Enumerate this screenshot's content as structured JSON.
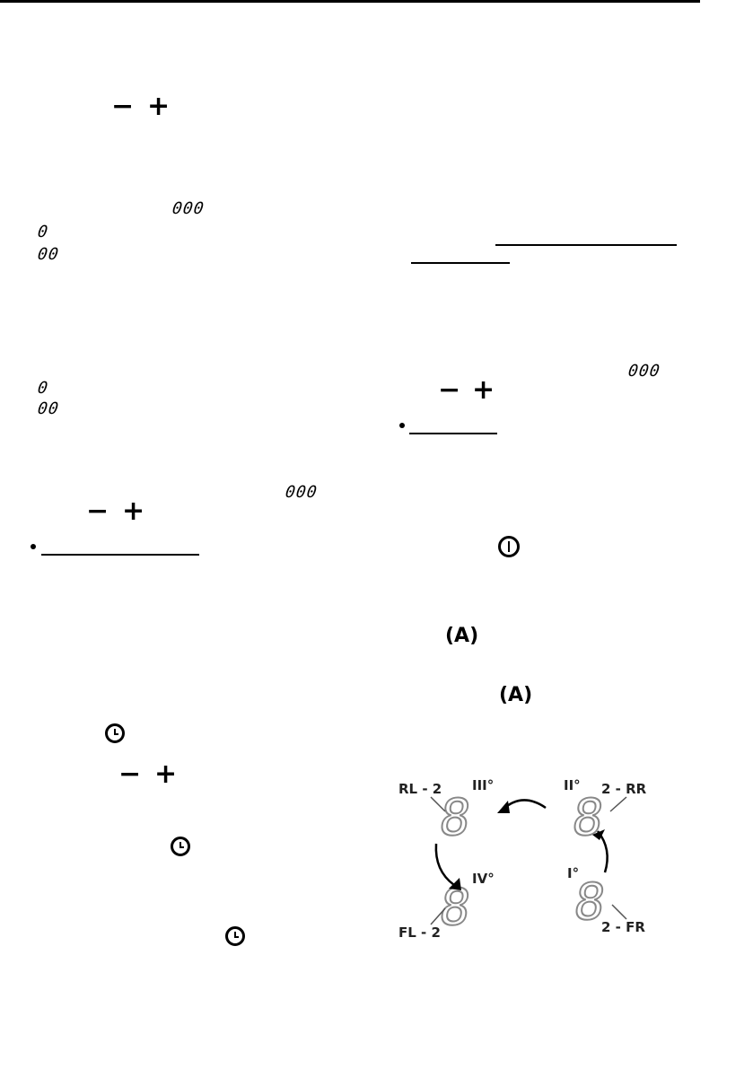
{
  "icons": {
    "minus": "−",
    "plus": "+",
    "clock": "clock-icon",
    "power": "power-icon",
    "auto": "(A)"
  },
  "displays": {
    "d000": "000",
    "d0": "0",
    "d00": "00",
    "d8": "8"
  },
  "diagram": {
    "labels": {
      "rl": "RL - 2",
      "rr": "2 - RR",
      "fl": "FL - 2",
      "fr": "2 - FR",
      "step1": "I°",
      "step2": "II°",
      "step3": "III°",
      "step4": "IV°"
    }
  }
}
